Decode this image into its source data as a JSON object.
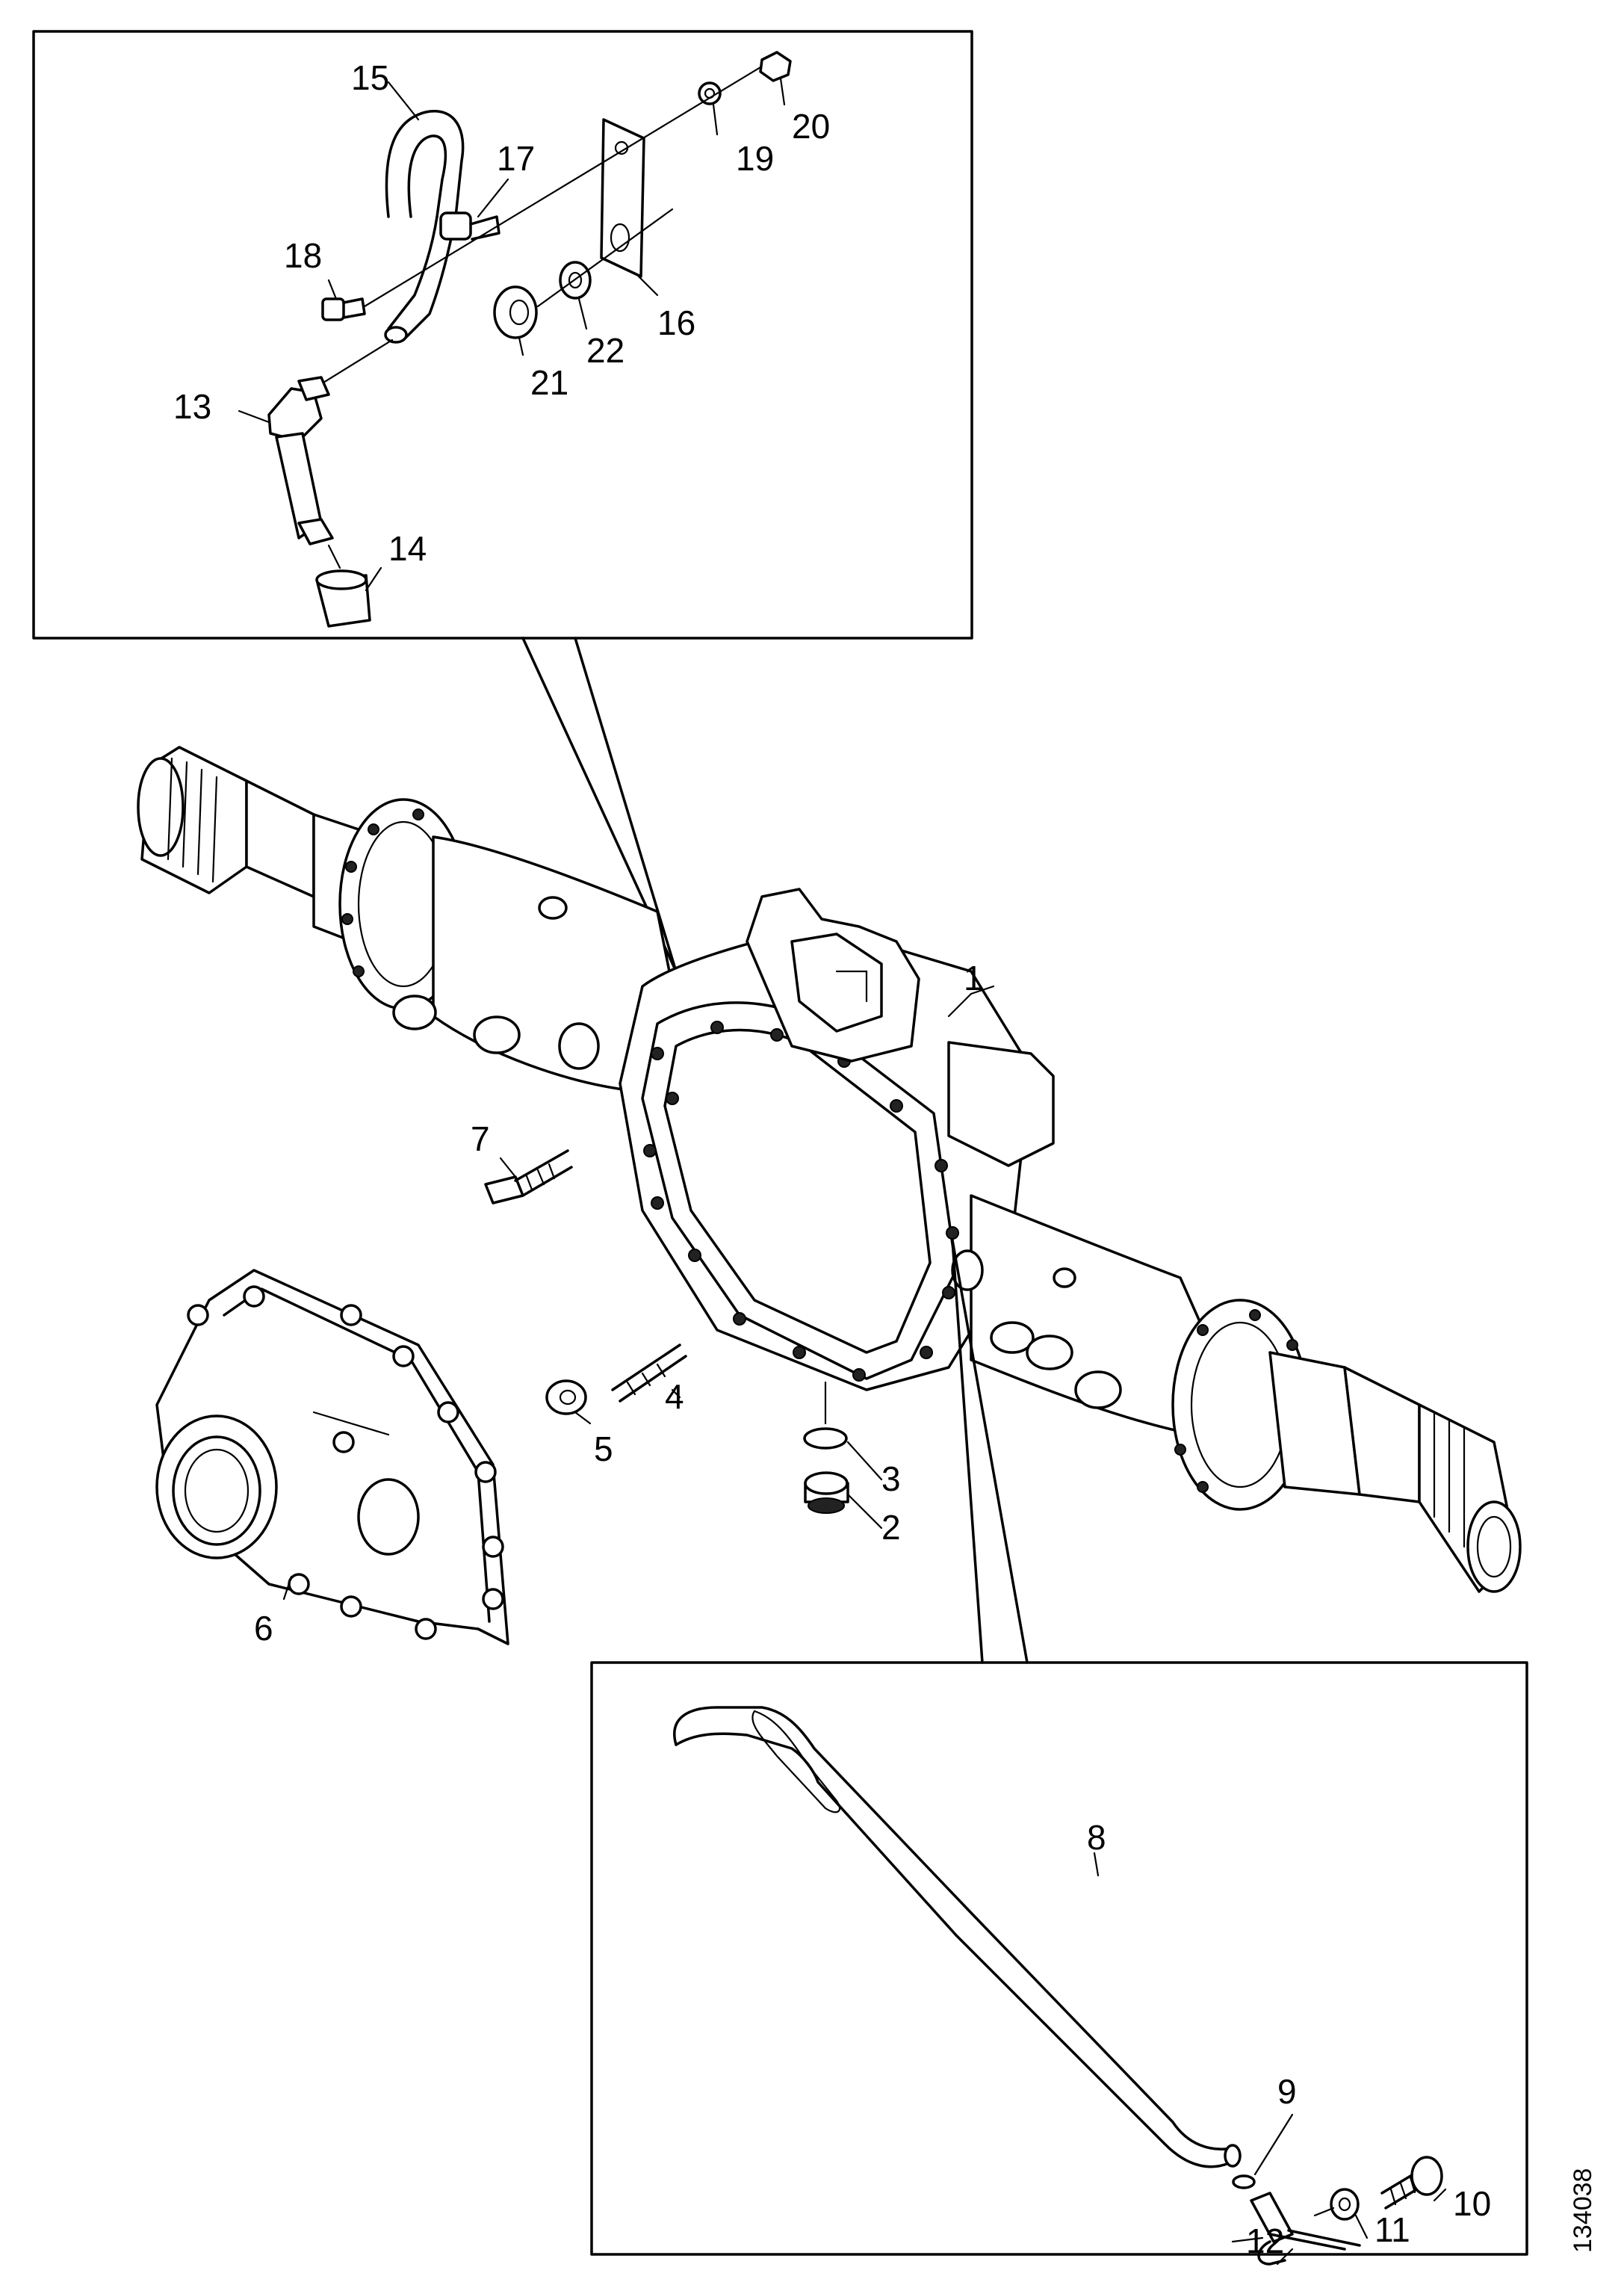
{
  "callouts": {
    "c1": "1",
    "c2": "2",
    "c3": "3",
    "c4": "4",
    "c5": "5",
    "c6": "6",
    "c7": "7",
    "c8": "8",
    "c9": "9",
    "c10": "10",
    "c11": "11",
    "c12": "12",
    "c13": "13",
    "c14": "14",
    "c15": "15",
    "c16": "16",
    "c17": "17",
    "c18": "18",
    "c19": "19",
    "c20": "20",
    "c21": "21",
    "c22": "22"
  },
  "reference_code": "134038"
}
